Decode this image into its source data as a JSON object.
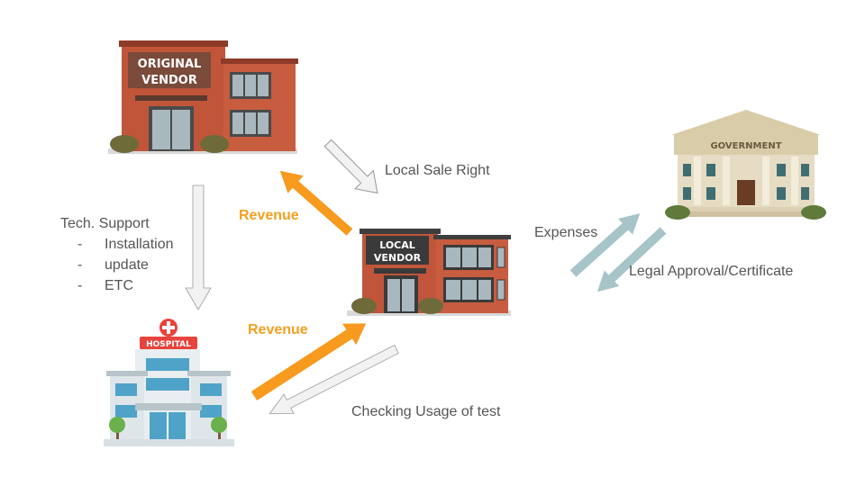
{
  "buildings": {
    "original_vendor": {
      "line1": "ORIGINAL",
      "line2": "VENDOR"
    },
    "local_vendor": {
      "line1": "LOCAL",
      "line2": "VENDOR"
    },
    "government": {
      "label": "GOVERNMENT"
    },
    "hospital": {
      "label": "HOSPITAL"
    }
  },
  "labels": {
    "local_sale_right": "Local Sale Right",
    "revenue_top": "Revenue",
    "revenue_bottom": "Revenue",
    "tech_support": "Tech. Support",
    "tech_items": [
      "Installation",
      "update",
      "ETC"
    ],
    "bullet": "-",
    "expenses": "Expenses",
    "legal_approval": "Legal Approval/Certificate",
    "checking_usage": "Checking Usage of test"
  },
  "colors": {
    "revenue_arrow": "#f79a1e",
    "neutral_arrow": "#f2f2f2",
    "gov_arrow": "#a7c5c9",
    "brick": "#c0553a",
    "brick_dark": "#9c3f2b"
  }
}
